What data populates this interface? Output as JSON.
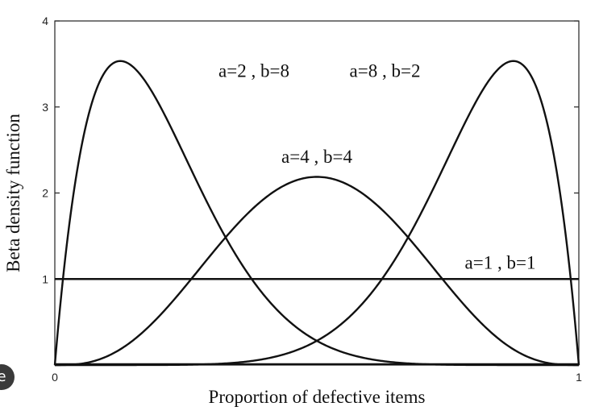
{
  "chart_data": {
    "type": "line",
    "title": "",
    "xlabel": "Proportion of defective items",
    "ylabel": "Beta density function",
    "xlim": [
      0,
      1
    ],
    "ylim": [
      0,
      4
    ],
    "x_ticks": [
      {
        "value": 0,
        "label": "0"
      },
      {
        "value": 1,
        "label": "1"
      }
    ],
    "y_ticks": [
      {
        "value": 1,
        "label": "1"
      },
      {
        "value": 2,
        "label": "2"
      },
      {
        "value": 3,
        "label": "3"
      },
      {
        "value": 4,
        "label": "4"
      }
    ],
    "grid": false,
    "series": [
      {
        "name": "a=2 , b=8",
        "a": 2,
        "b": 8,
        "label_anchor": [
          0.38,
          3.35
        ]
      },
      {
        "name": "a=8 , b=2",
        "a": 8,
        "b": 2,
        "label_anchor": [
          0.63,
          3.35
        ]
      },
      {
        "name": "a=4 , b=4",
        "a": 4,
        "b": 4,
        "label_anchor": [
          0.5,
          2.35
        ]
      },
      {
        "name": "a=1 , b=1",
        "a": 1,
        "b": 1,
        "label_anchor": [
          0.85,
          1.12
        ]
      }
    ],
    "annotations": [
      "a=2 , b=8",
      "a=8 , b=2",
      "a=4 , b=4",
      "a=1 , b=1"
    ]
  },
  "overlay_badge": {
    "icon": "e-logo-icon",
    "text": "e"
  }
}
